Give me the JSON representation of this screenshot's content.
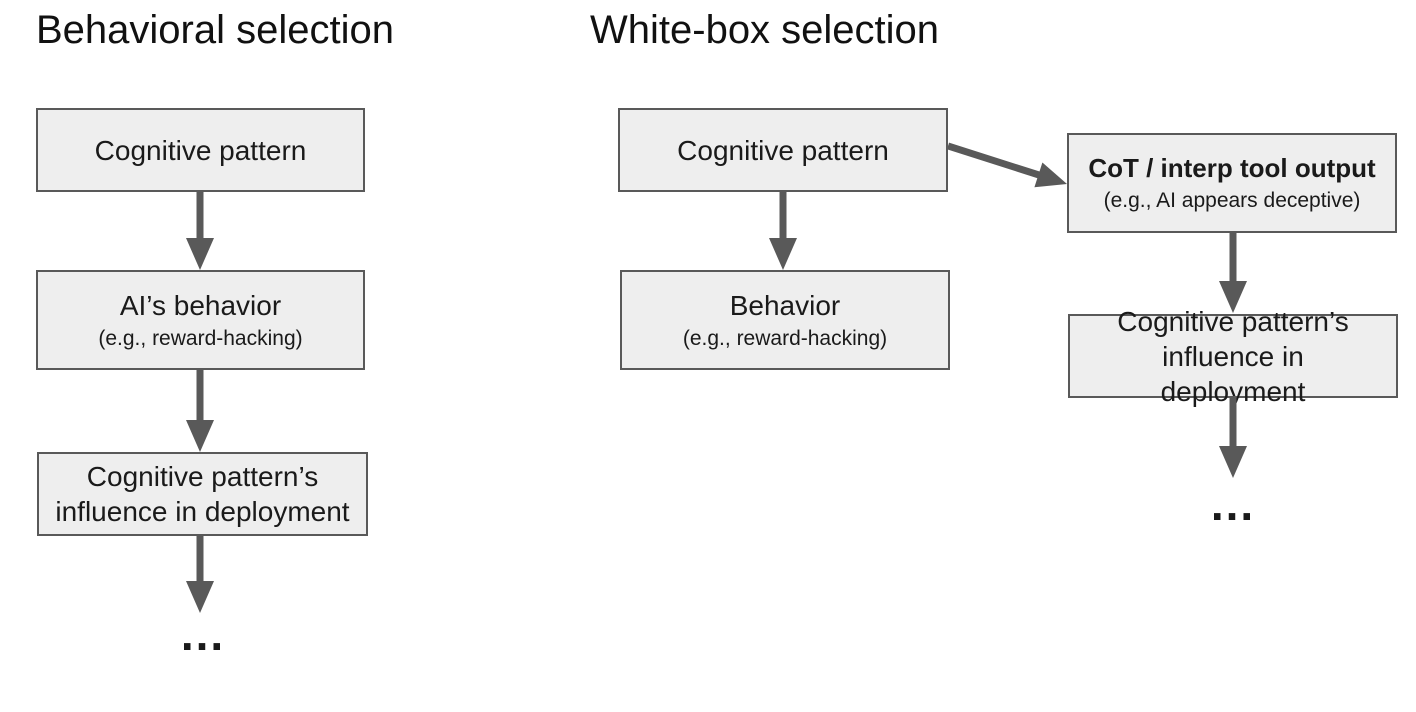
{
  "colors": {
    "box_fill": "#eeeeee",
    "box_border": "#595959",
    "arrow": "#595959",
    "text": "#000000",
    "background": "#ffffff"
  },
  "left_panel": {
    "title": "Behavioral selection",
    "boxes": [
      {
        "label": "Cognitive pattern"
      },
      {
        "label": "AI’s behavior",
        "sub": "(e.g., reward-hacking)"
      },
      {
        "label": "Cognitive pattern’s influence in deployment"
      }
    ],
    "ellipsis": "..."
  },
  "right_panel": {
    "title": "White-box selection",
    "boxes": [
      {
        "label": "Cognitive pattern"
      },
      {
        "label": "Behavior",
        "sub": "(e.g., reward-hacking)"
      },
      {
        "label": "CoT / interp tool output",
        "sub": "(e.g., AI appears deceptive)"
      },
      {
        "label": "Cognitive pattern’s influence in deployment"
      }
    ],
    "ellipsis": "..."
  }
}
